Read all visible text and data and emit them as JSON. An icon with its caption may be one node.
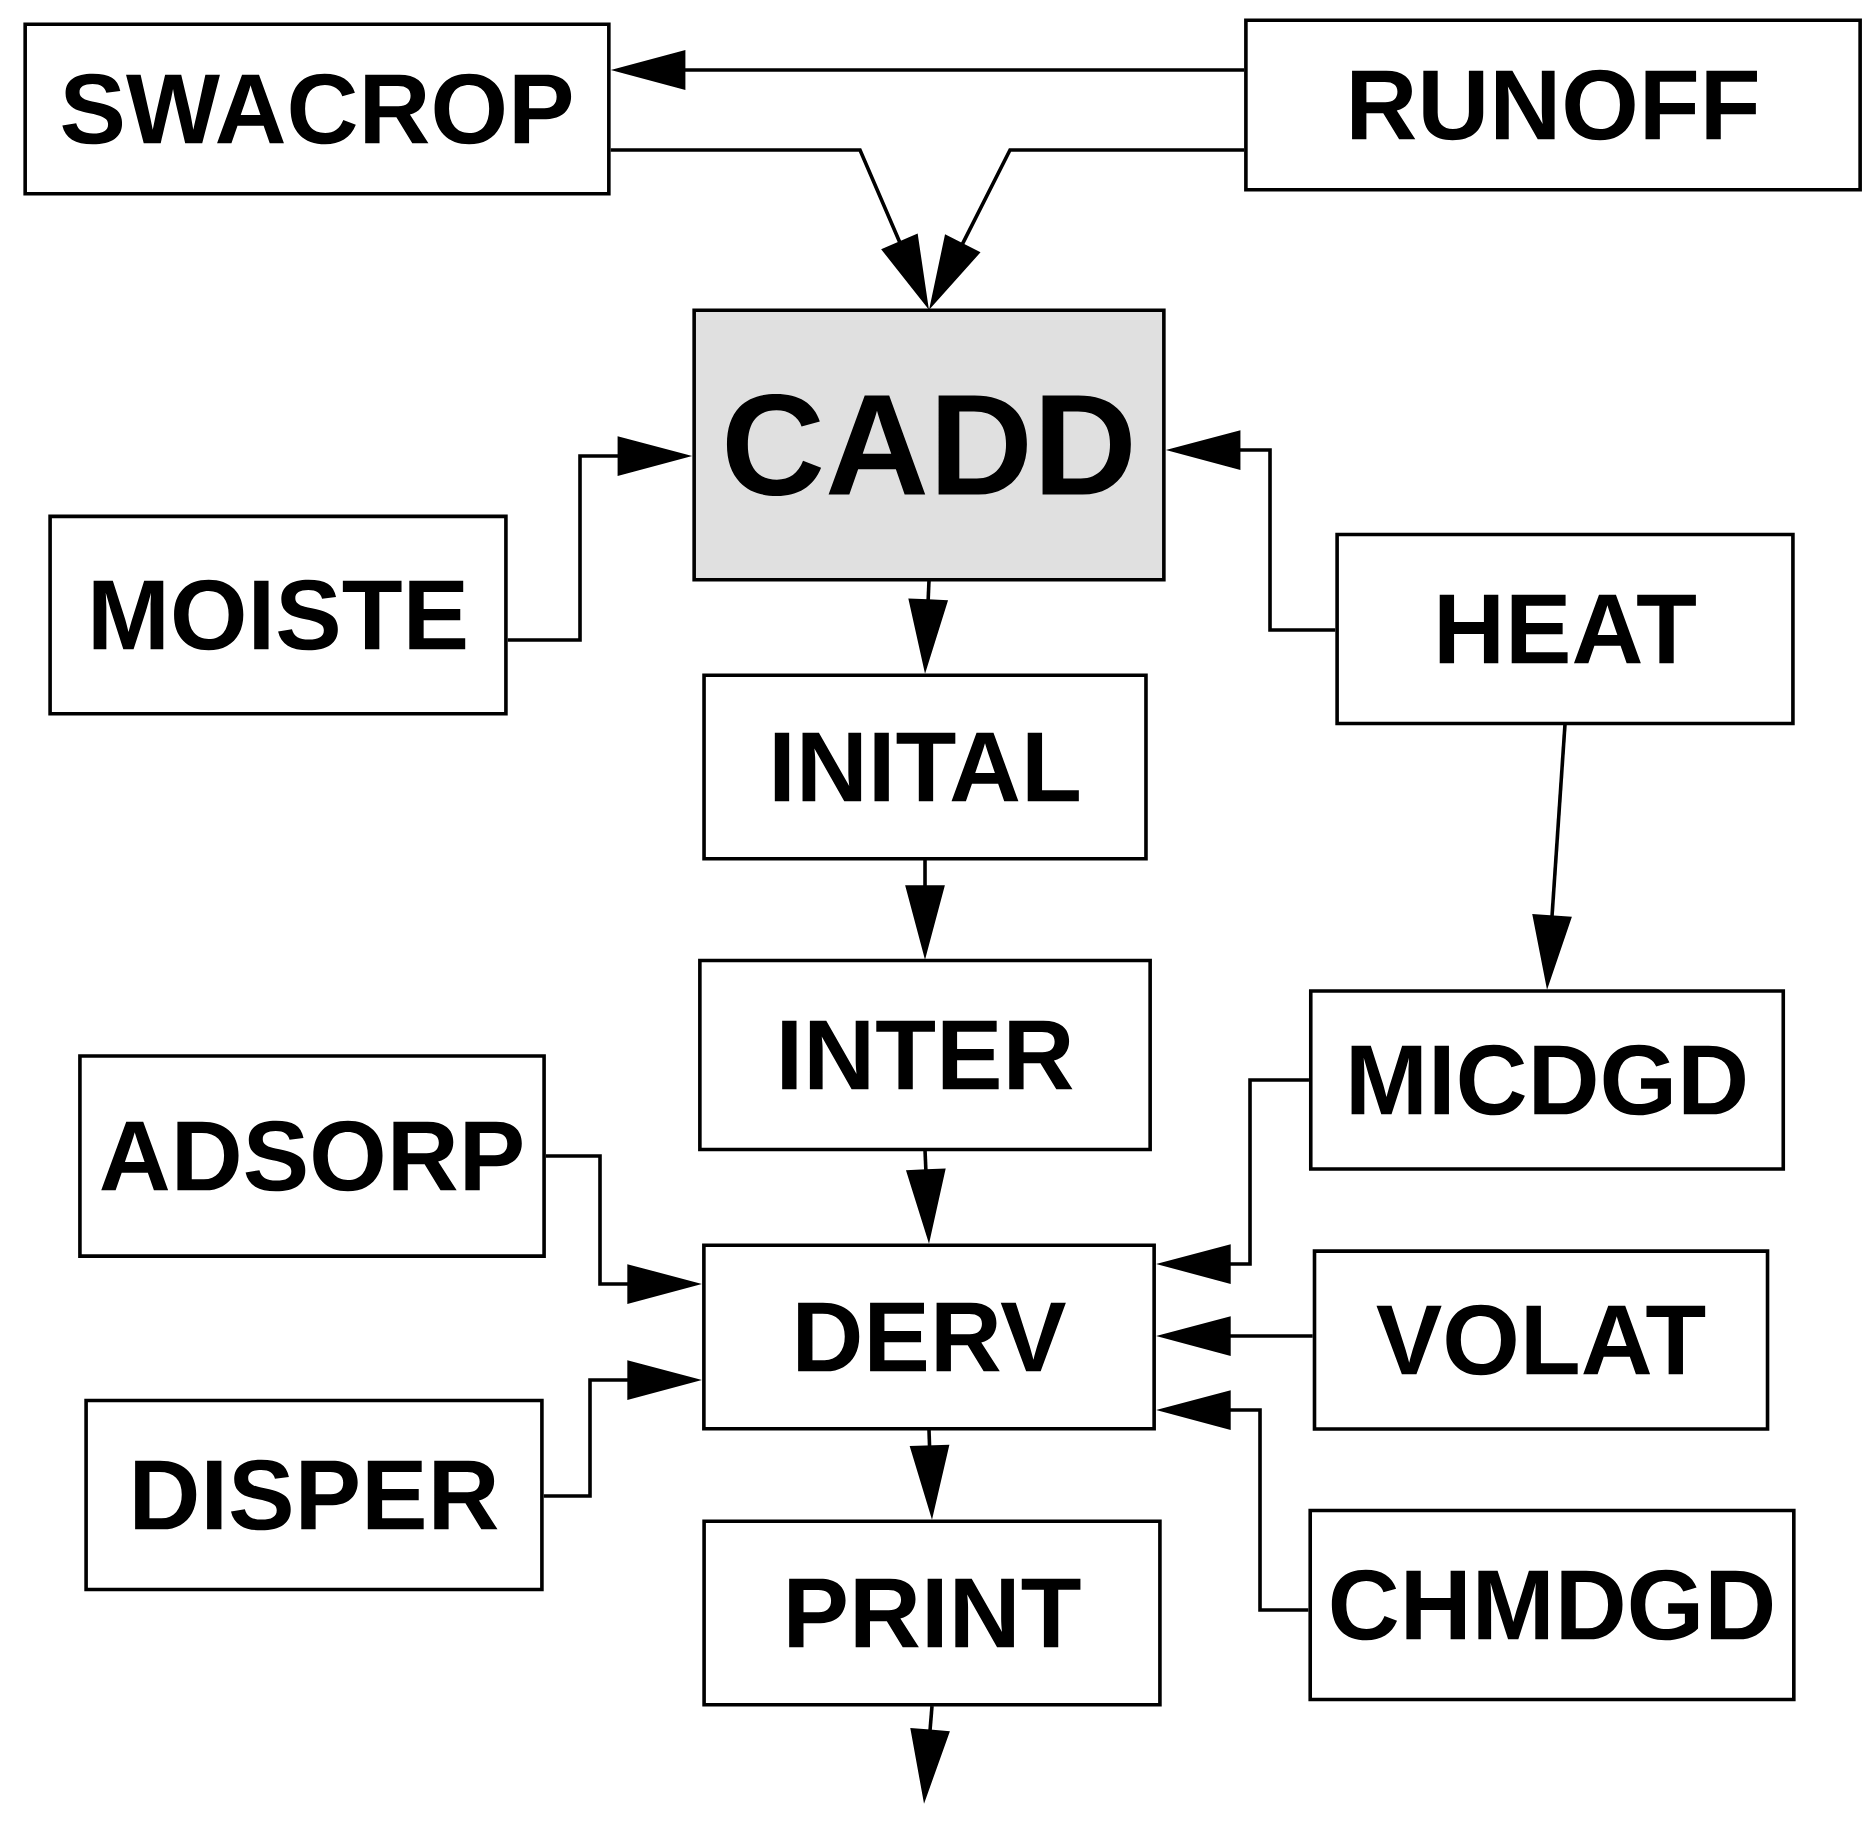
{
  "diagram": {
    "nodes": [
      {
        "text": [
          "SWACROP"
        ]
      },
      {
        "text": [
          "RUNOFF"
        ]
      },
      {
        "text": [
          "CADD"
        ]
      },
      {
        "text": [
          "MOISTE"
        ]
      },
      {
        "text": [
          "HEAT"
        ]
      },
      {
        "text": [
          "INITAL"
        ]
      },
      {
        "text": [
          "INTER"
        ]
      },
      {
        "text": [
          "MICDGD"
        ]
      },
      {
        "text": [
          "ADSORP"
        ]
      },
      {
        "text": [
          "DERV"
        ]
      },
      {
        "text": [
          "VOLAT"
        ]
      },
      {
        "text": [
          "DISPER"
        ]
      },
      {
        "text": [
          "PRINT"
        ]
      },
      {
        "text": [
          "CHMDGD"
        ]
      }
    ],
    "edges": [
      {
        "from": 1,
        "to": 0,
        "arrow": "to"
      },
      {
        "from": 0,
        "to": 2,
        "arrow": "to"
      },
      {
        "from": 1,
        "to": 2,
        "arrow": "to"
      },
      {
        "from": 3,
        "to": 2,
        "arrow": "to"
      },
      {
        "from": 4,
        "to": 2,
        "arrow": "to"
      },
      {
        "from": 2,
        "to": 5,
        "arrow": "to"
      },
      {
        "from": 5,
        "to": 6,
        "arrow": "to"
      },
      {
        "from": 4,
        "to": 7,
        "arrow": "to"
      },
      {
        "from": 6,
        "to": 9,
        "arrow": "to"
      },
      {
        "from": 8,
        "to": 9,
        "arrow": "to"
      },
      {
        "from": 11,
        "to": 9,
        "arrow": "to"
      },
      {
        "from": 7,
        "to": 9,
        "arrow": "to"
      },
      {
        "from": 10,
        "to": 9,
        "arrow": "to"
      },
      {
        "from": 13,
        "to": 9,
        "arrow": "to"
      },
      {
        "from": 9,
        "to": 12,
        "arrow": "to"
      },
      {
        "from": 12,
        "to": null,
        "arrow": "to"
      }
    ]
  }
}
